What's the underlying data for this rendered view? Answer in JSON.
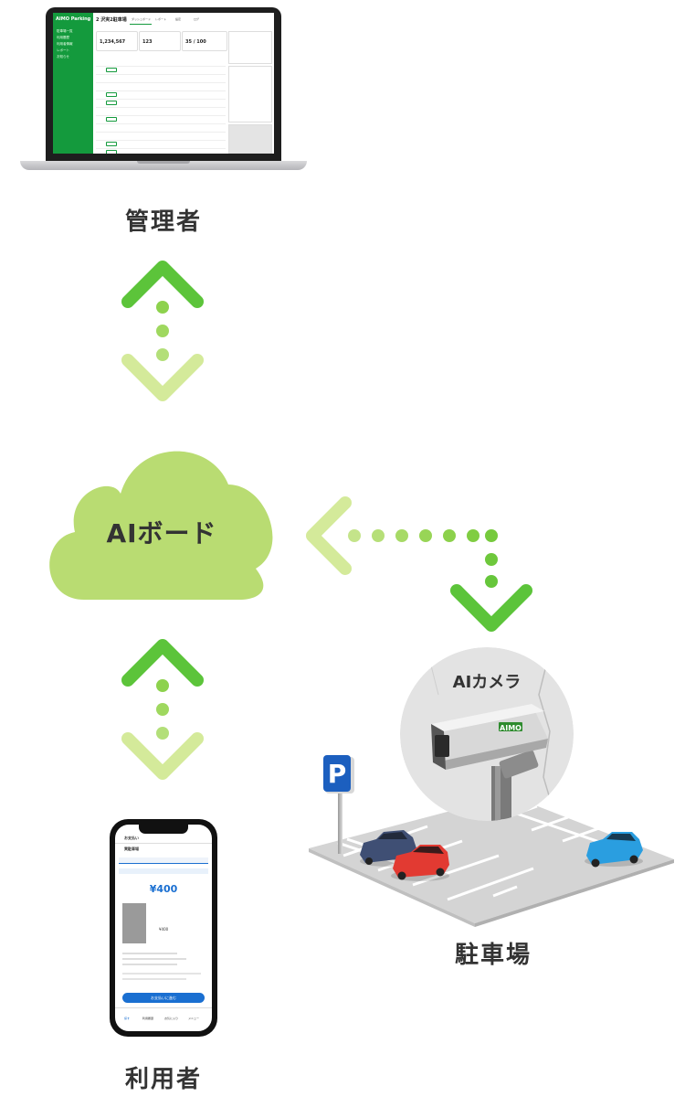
{
  "nodes": {
    "admin_label": "管理者",
    "board_label": "AIボード",
    "camera_label": "AIカメラ",
    "parking_label": "駐車場",
    "user_label": "利用者"
  },
  "laptop_ui": {
    "brand": "AIMO Parking",
    "title": "2 沢実2駐車場",
    "sidebar_items": [
      "駐車場一覧",
      "利用履歴",
      "利用者情報",
      "レポート",
      "お知らせ"
    ],
    "tabs": [
      "ダッシュボード",
      "レポート",
      "設定",
      "ログ"
    ],
    "stats": [
      "1,234,567",
      "123",
      "35 / 100"
    ]
  },
  "phone_ui": {
    "header": "お支払い",
    "lot_name": "実駐車場",
    "price_main": "¥400",
    "price_sub": "¥400",
    "pay_button": "お支払いに進む",
    "nav": [
      "探す",
      "利用履歴",
      "お気に入り",
      "メニュー"
    ]
  },
  "camera_brand": "AIMO",
  "colors": {
    "accent_dark": "#5cc43a",
    "accent_light": "#d4ea9a",
    "cloud": "#b9dc72",
    "laptop_green": "#149a3d",
    "phone_blue": "#1a6fd1"
  }
}
